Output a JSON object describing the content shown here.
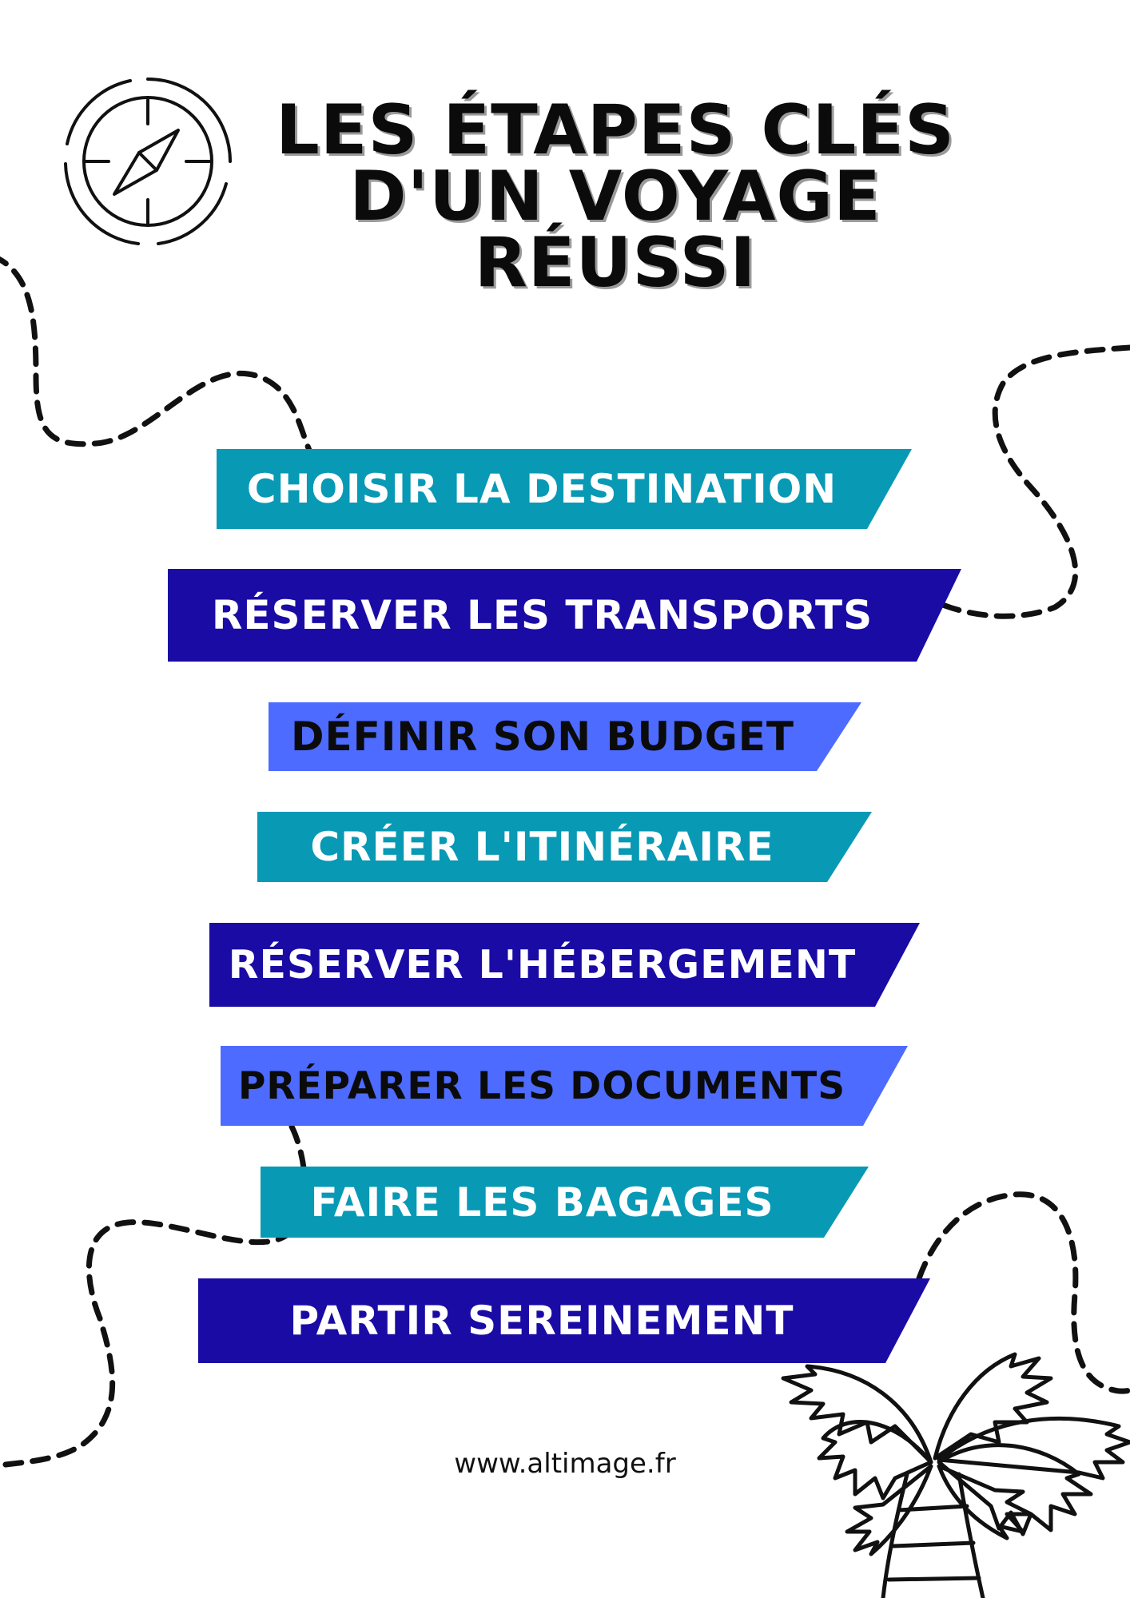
{
  "title": {
    "line1": "LES ÉTAPES CLÉS",
    "line2": "D'UN VOYAGE",
    "line3": "RÉUSSI"
  },
  "steps": [
    {
      "label": "CHOISIR LA DESTINATION",
      "color": "#0899b5",
      "text_color": "#ffffff"
    },
    {
      "label": "RÉSERVER LES TRANSPORTS",
      "color": "#1a0ba5",
      "text_color": "#ffffff"
    },
    {
      "label": "DÉFINIR SON BUDGET",
      "color": "#4d6bff",
      "text_color": "#0b0b0b"
    },
    {
      "label": "CRÉER L'ITINÉRAIRE",
      "color": "#0899b5",
      "text_color": "#ffffff"
    },
    {
      "label": "RÉSERVER L'HÉBERGEMENT",
      "color": "#1a0ba5",
      "text_color": "#ffffff"
    },
    {
      "label": "PRÉPARER LES DOCUMENTS",
      "color": "#4d6bff",
      "text_color": "#0b0b0b"
    },
    {
      "label": "FAIRE LES BAGAGES",
      "color": "#0899b5",
      "text_color": "#ffffff"
    },
    {
      "label": "PARTIR SEREINEMENT",
      "color": "#1a0ba5",
      "text_color": "#ffffff"
    }
  ],
  "footer": {
    "url": "www.altimage.fr"
  },
  "icons": [
    "compass-icon",
    "palm-tree-icon"
  ]
}
